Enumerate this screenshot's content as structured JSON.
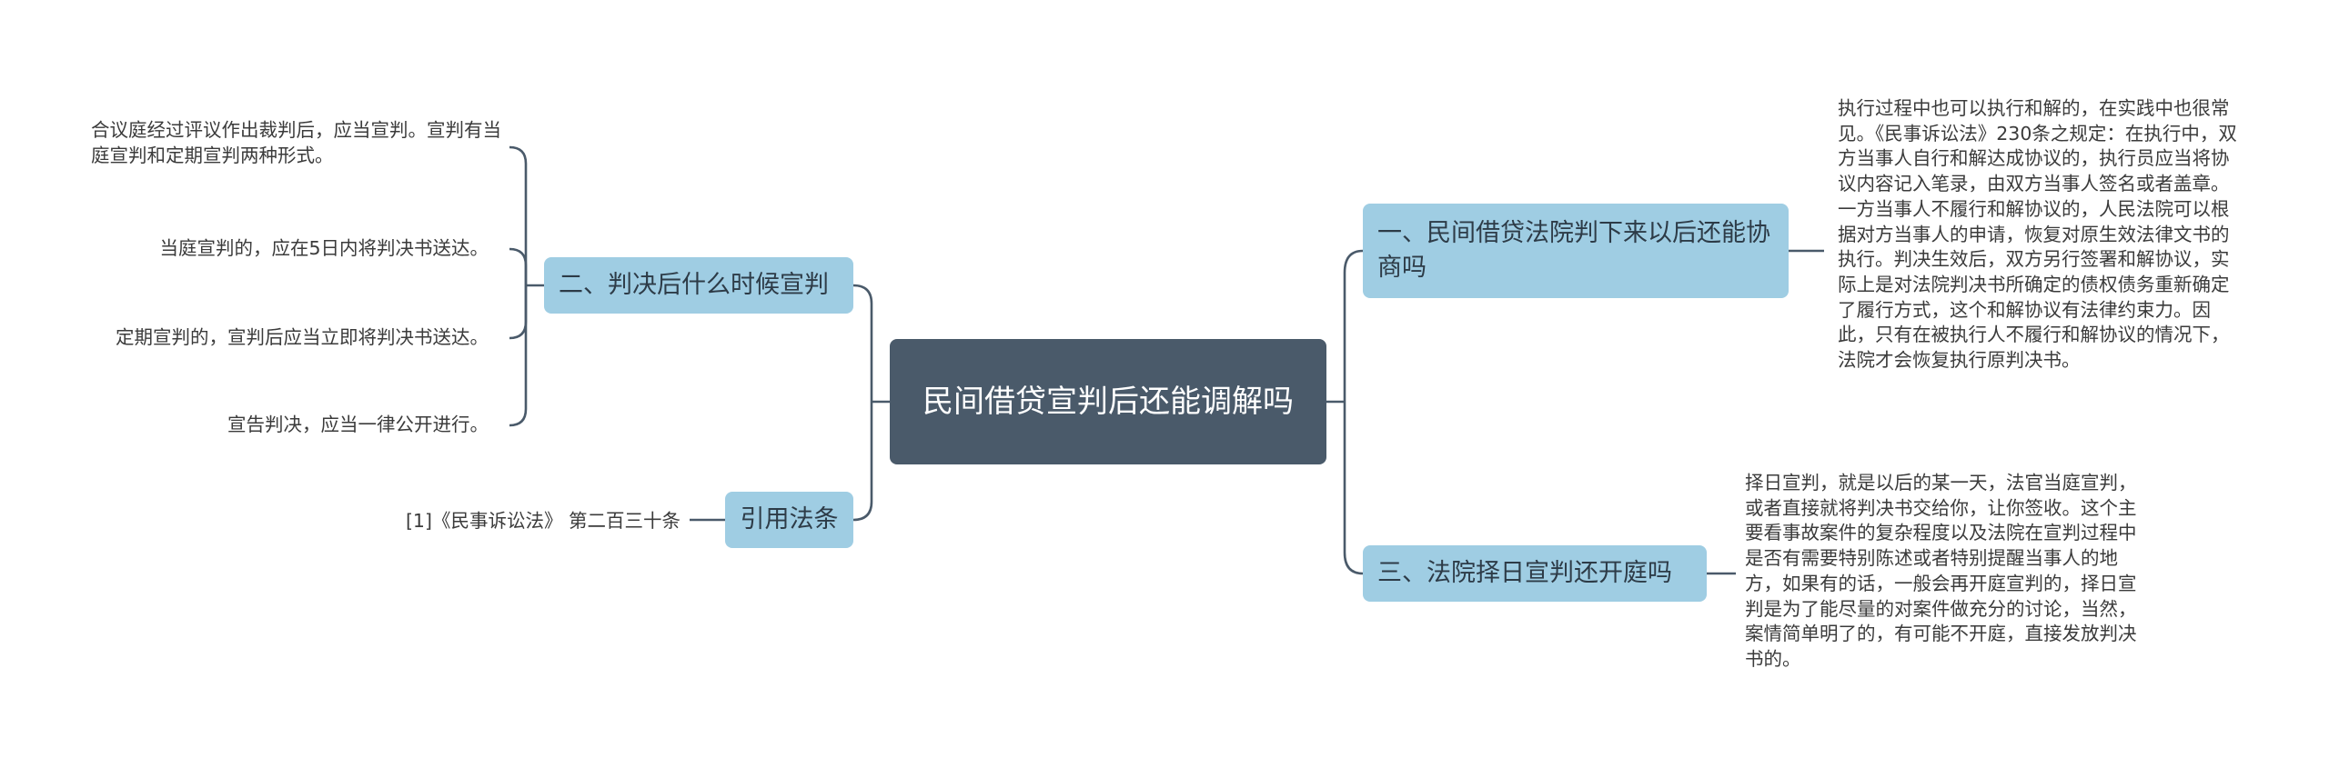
{
  "root": {
    "title": "民间借贷宣判后还能调解吗"
  },
  "branches": {
    "b1": {
      "label": "一、民间借贷法院判下来以后还能协商吗",
      "detail": "执行过程中也可以执行和解的，在实践中也很常见。《民事诉讼法》230条之规定：在执行中，双方当事人自行和解达成协议的，执行员应当将协议内容记入笔录，由双方当事人签名或者盖章。一方当事人不履行和解协议的，人民法院可以根据对方当事人的申请，恢复对原生效法律文书的执行。判决生效后，双方另行签署和解协议，实际上是对法院判决书所确定的债权债务重新确定了履行方式，这个和解协议有法律约束力。因此，只有在被执行人不履行和解协议的情况下，法院才会恢复执行原判决书。"
    },
    "b3": {
      "label": "三、法院择日宣判还开庭吗",
      "detail": "择日宣判，就是以后的某一天，法官当庭宣判，或者直接就将判决书交给你，让你签收。这个主要看事故案件的复杂程度以及法院在宣判过程中是否有需要特别陈述或者特别提醒当事人的地方，如果有的话，一般会再开庭宣判的，择日宣判是为了能尽量的对案件做充分的讨论，当然，案情简单明了的，有可能不开庭，直接发放判决书的。"
    },
    "b2": {
      "label": "二、判决后什么时候宣判",
      "details": [
        "合议庭经过评议作出裁判后，应当宣判。宣判有当庭宣判和定期宣判两种形式。",
        "当庭宣判的，应在5日内将判决书送达。",
        "定期宣判的，宣判后应当立即将判决书送达。",
        "宣告判决，应当一律公开进行。"
      ]
    },
    "b4": {
      "label": "引用法条",
      "detail": "[1]《民事诉讼法》 第二百三十条"
    }
  },
  "colors": {
    "root_bg": "#4a5a6a",
    "branch_bg": "#9fcde3",
    "connector": "#4a5a6a",
    "leaf_text": "#3b3b3b"
  }
}
